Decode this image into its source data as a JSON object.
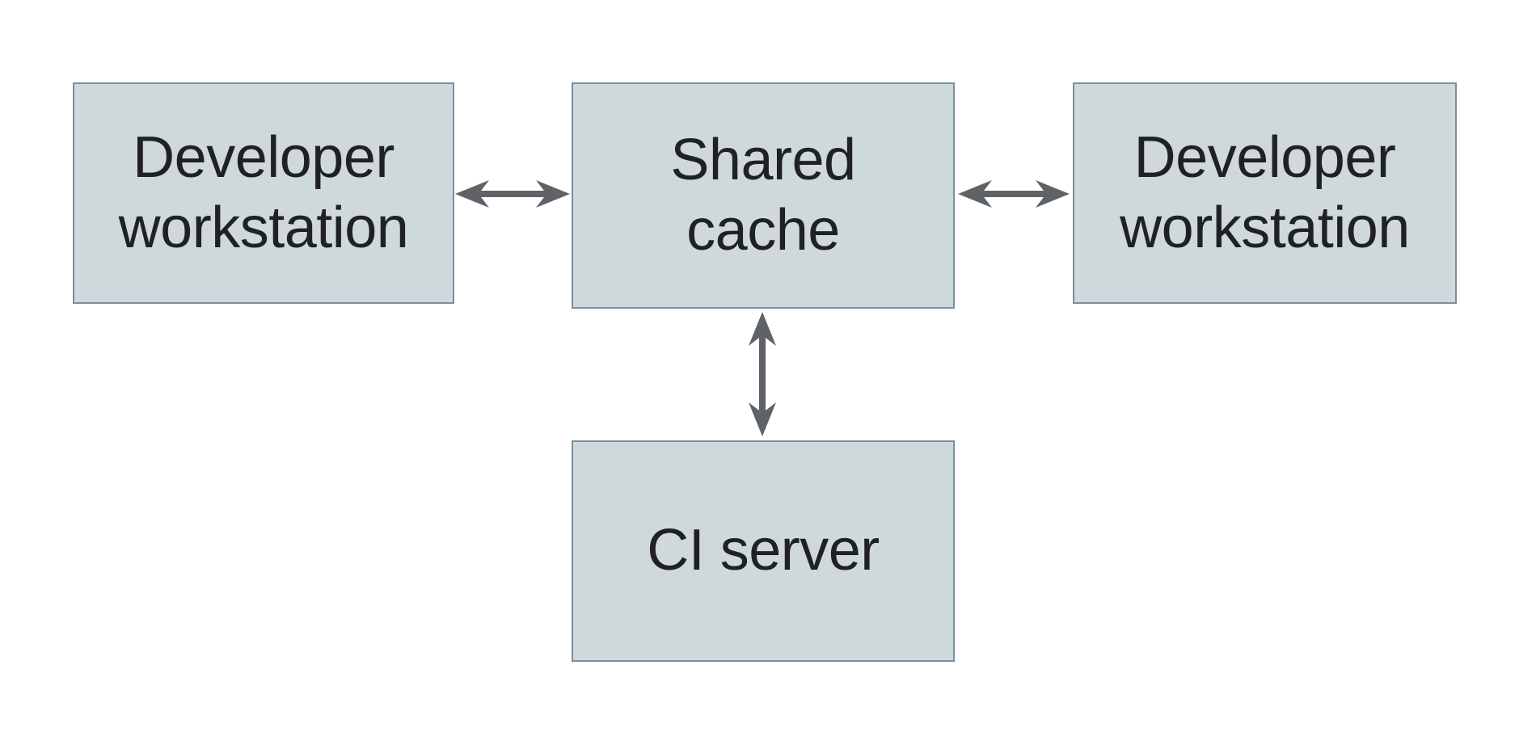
{
  "diagram": {
    "nodes": {
      "dev_left": {
        "label": "Developer workstation",
        "line1": "Developer",
        "line2": "workstation"
      },
      "shared_cache": {
        "label": "Shared cache",
        "line1": "Shared",
        "line2": "cache"
      },
      "dev_right": {
        "label": "Developer workstation",
        "line1": "Developer",
        "line2": "workstation"
      },
      "ci_server": {
        "label": "CI server",
        "line1": "CI server"
      }
    },
    "edges": [
      {
        "from": "Developer workstation (left)",
        "to": "Shared cache",
        "direction": "bidirectional"
      },
      {
        "from": "Shared cache",
        "to": "Developer workstation (right)",
        "direction": "bidirectional"
      },
      {
        "from": "Shared cache",
        "to": "CI server",
        "direction": "bidirectional"
      }
    ],
    "colors": {
      "node_fill": "#cfd8db",
      "node_border": "#78909c",
      "arrow": "#5f6368",
      "text": "#202124",
      "background": "#ffffff"
    }
  }
}
